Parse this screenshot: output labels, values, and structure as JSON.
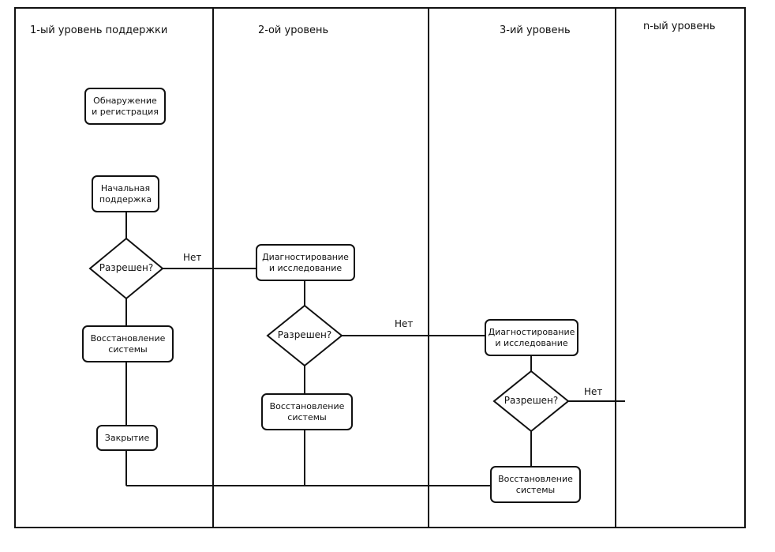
{
  "lanes": [
    {
      "title": "1-ый уровень поддержки"
    },
    {
      "title": "2-ой уровень"
    },
    {
      "title": "3-ий уровень"
    },
    {
      "title": "n-ый уровень"
    }
  ],
  "nodes": {
    "detect": "Обнаружение\nи регистрация",
    "initial_support": "Начальная\nподдержка",
    "resolved_1": "Разрешен?",
    "restore_1": "Восстановление\nсистемы",
    "close": "Закрытие",
    "diag_2": "Диагностирование\nи исследование",
    "resolved_2": "Разрешен?",
    "restore_2": "Восстановление\nсистемы",
    "diag_3": "Диагностирование\nи исследование",
    "resolved_3": "Разрешен?",
    "restore_3": "Восстановление\nсистемы"
  },
  "edge_labels": {
    "no_1": "Нет",
    "no_2": "Нет",
    "no_3": "Нет"
  }
}
